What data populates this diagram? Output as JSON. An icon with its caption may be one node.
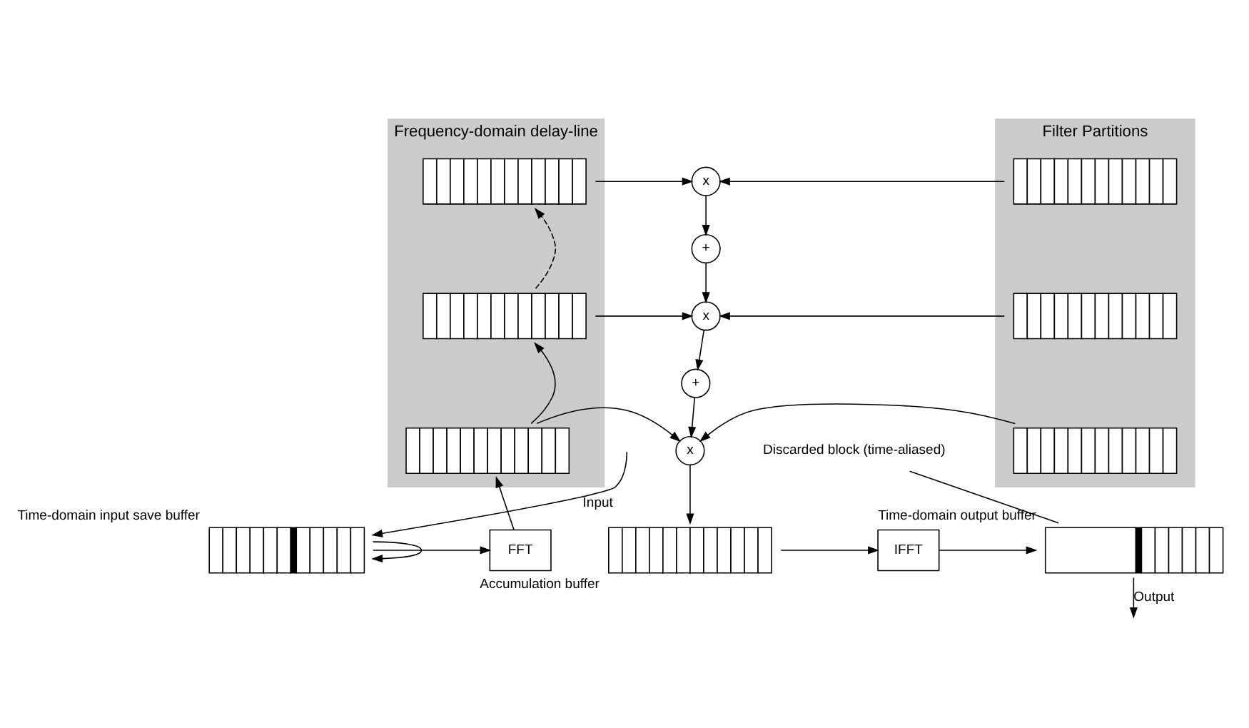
{
  "diagram": {
    "nodes": [
      {
        "text": [
          "Frequency-domain delay-line"
        ]
      },
      {
        "text": [],
        "shape": "bar",
        "in": 0
      },
      {
        "text": [],
        "shape": "bar",
        "in": 0
      },
      {
        "text": [],
        "shape": "bar",
        "in": 0
      },
      {
        "text": [
          "Filter Partitions"
        ]
      },
      {
        "text": [],
        "shape": "bar",
        "in": 4
      },
      {
        "text": [],
        "shape": "bar",
        "in": 4
      },
      {
        "text": [],
        "shape": "bar",
        "in": 4
      },
      {
        "text": [
          "x"
        ]
      },
      {
        "text": [
          "+"
        ]
      },
      {
        "text": [
          "x"
        ]
      },
      {
        "text": [
          "+"
        ]
      },
      {
        "text": [
          "x"
        ]
      },
      {
        "text": [],
        "shape": "bar",
        "beside": [
          "Time-domain input save buffer"
        ]
      },
      {
        "text": [
          "FFT"
        ]
      },
      {
        "text": [],
        "shape": "bar",
        "beside": [
          "Accumulation buffer"
        ]
      },
      {
        "text": [
          "IFFT"
        ]
      },
      {
        "text": [],
        "shape": "bar",
        "beside": [
          "Time-domain output buffer"
        ]
      },
      {
        "text": [
          "Discarded block (time-aliased)"
        ]
      }
    ],
    "edges": [
      {
        "from": 3,
        "to": 2,
        "arrow": "to"
      },
      {
        "from": 2,
        "to": 1,
        "arrow": "to",
        "style": "dashed"
      },
      {
        "from": 1,
        "to": 8,
        "arrow": "to"
      },
      {
        "from": 5,
        "to": 8,
        "arrow": "to"
      },
      {
        "from": 8,
        "to": 9,
        "arrow": "to"
      },
      {
        "from": 9,
        "to": 10,
        "arrow": "to"
      },
      {
        "from": 2,
        "to": 10,
        "arrow": "to"
      },
      {
        "from": 6,
        "to": 10,
        "arrow": "to"
      },
      {
        "from": 10,
        "to": 11,
        "arrow": "to"
      },
      {
        "from": 11,
        "to": 12,
        "arrow": "to"
      },
      {
        "from": 3,
        "to": 12,
        "arrow": "to"
      },
      {
        "from": 7,
        "to": 12,
        "arrow": "to"
      },
      {
        "from": 12,
        "to": 15,
        "arrow": "to"
      },
      {
        "from": 13,
        "to": 14,
        "arrow": "to"
      },
      {
        "from": 14,
        "to": 3,
        "arrow": "to"
      },
      {
        "from": 15,
        "to": 16,
        "arrow": "to"
      },
      {
        "from": 16,
        "to": 17,
        "arrow": "to"
      },
      {
        "from": null,
        "to": 13,
        "arrow": "to",
        "label": "Input"
      },
      {
        "from": 17,
        "to": null,
        "arrow": "to",
        "label": "Output"
      },
      {
        "from": 18,
        "to": 17,
        "arrow": "none"
      },
      {
        "from": 13,
        "to": 13,
        "arrow": "to"
      }
    ]
  }
}
